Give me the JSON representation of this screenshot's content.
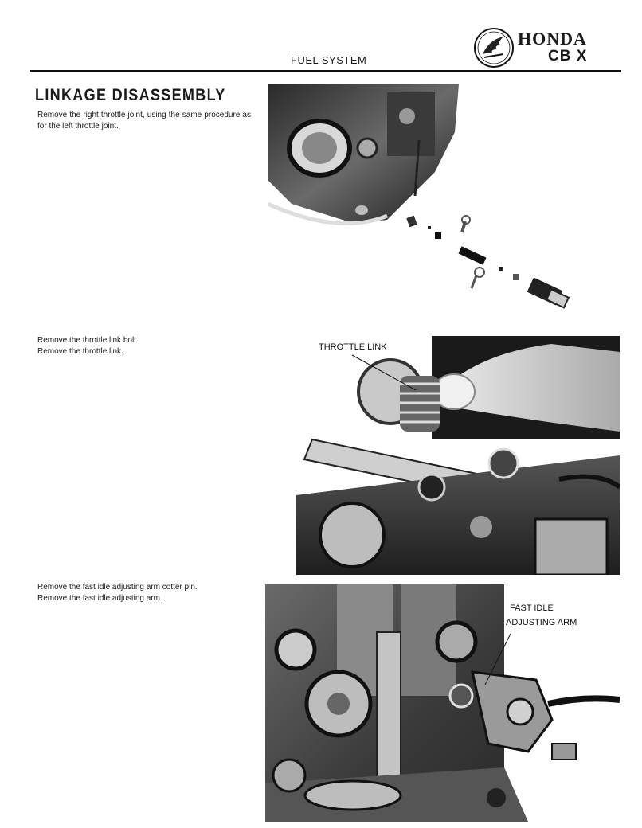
{
  "header": {
    "title": "FUEL SYSTEM",
    "brand": "HONDA",
    "model": "CB X"
  },
  "section": {
    "title": "LINKAGE DISASSEMBLY"
  },
  "steps": [
    {
      "text": "Remove the right throttle joint, using the same procedure as for the left throttle joint."
    },
    {
      "lines": [
        "Remove the throttle link bolt.",
        "Remove the throttle link."
      ]
    },
    {
      "lines": [
        "Remove the fast idle adjusting arm cotter pin.",
        "Remove the fast idle adjusting arm."
      ]
    }
  ],
  "callouts": {
    "throttle_link": "THROTTLE LINK",
    "fast_idle_1": "FAST IDLE",
    "fast_idle_2": "ADJUSTING ARM"
  }
}
